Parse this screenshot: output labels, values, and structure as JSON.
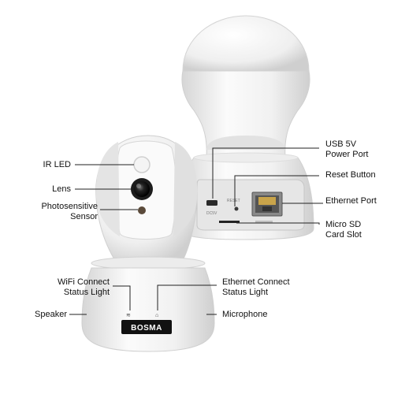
{
  "callouts": {
    "ir_led": "IR LED",
    "lens": "Lens",
    "photosensitive_line1": "Photosensitive",
    "photosensitive_line2": "Sensor",
    "wifi_line1": "WiFi Connect",
    "wifi_line2": "Status Light",
    "speaker": "Speaker",
    "usb_line1": "USB 5V",
    "usb_line2": "Power Port",
    "reset": "Reset Button",
    "ethernet_port": "Ethernet Port",
    "microsd_line1": "Micro SD",
    "microsd_line2": "Card Slot",
    "eth_connect_line1": "Ethernet Connect",
    "eth_connect_line2": "Status Light",
    "microphone": "Microphone"
  },
  "device": {
    "brand": "BOSMA",
    "port_label_usb": "DC5V",
    "port_label_reset": "RESET"
  },
  "colors": {
    "body_white": "#f2f2f2",
    "shadow_gray": "#c9c9c9",
    "lens_black": "#1a1a1a",
    "brand_badge": "#111111",
    "ethernet_led": "#e0a000",
    "line": "#222222"
  }
}
